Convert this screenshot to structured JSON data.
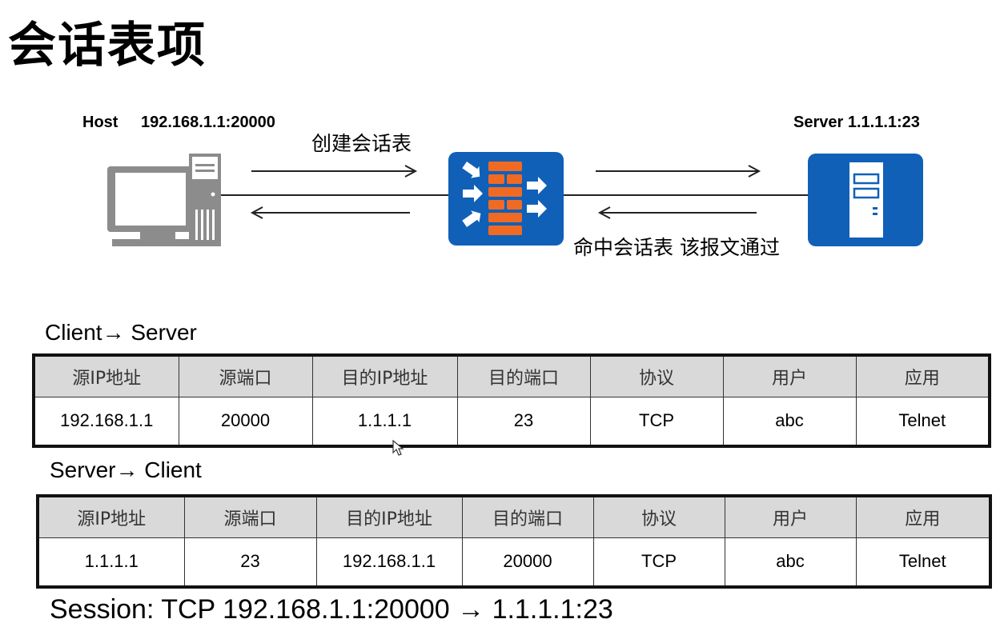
{
  "title": "会话表项",
  "diagram": {
    "host_label": "Host",
    "host_address": "192.168.1.1:20000",
    "server_label": "Server 1.1.1.1:23",
    "create_session_text": "创建会话表",
    "hit_session_text": "命中会话表 该报文通过",
    "icons": [
      "computer-icon",
      "firewall-icon",
      "server-icon"
    ],
    "colors": {
      "device_blue": "#1060b8",
      "brick_orange": "#f06a23",
      "computer_gray": "#8c8c8c"
    }
  },
  "tables": [
    {
      "caption": "Client→ Server",
      "headers": [
        "源IP地址",
        "源端口",
        "目的IP地址",
        "目的端口",
        "协议",
        "用户",
        "应用"
      ],
      "row": [
        "192.168.1.1",
        "20000",
        "1.1.1.1",
        "23",
        "TCP",
        "abc",
        "Telnet"
      ]
    },
    {
      "caption": "Server→ Client",
      "headers": [
        "源IP地址",
        "源端口",
        "目的IP地址",
        "目的端口",
        "协议",
        "用户",
        "应用"
      ],
      "row": [
        "1.1.1.1",
        "23",
        "192.168.1.1",
        "20000",
        "TCP",
        "abc",
        "Telnet"
      ]
    }
  ],
  "session_line": "Session:   TCP  192.168.1.1:20000 → 1.1.1.1:23"
}
